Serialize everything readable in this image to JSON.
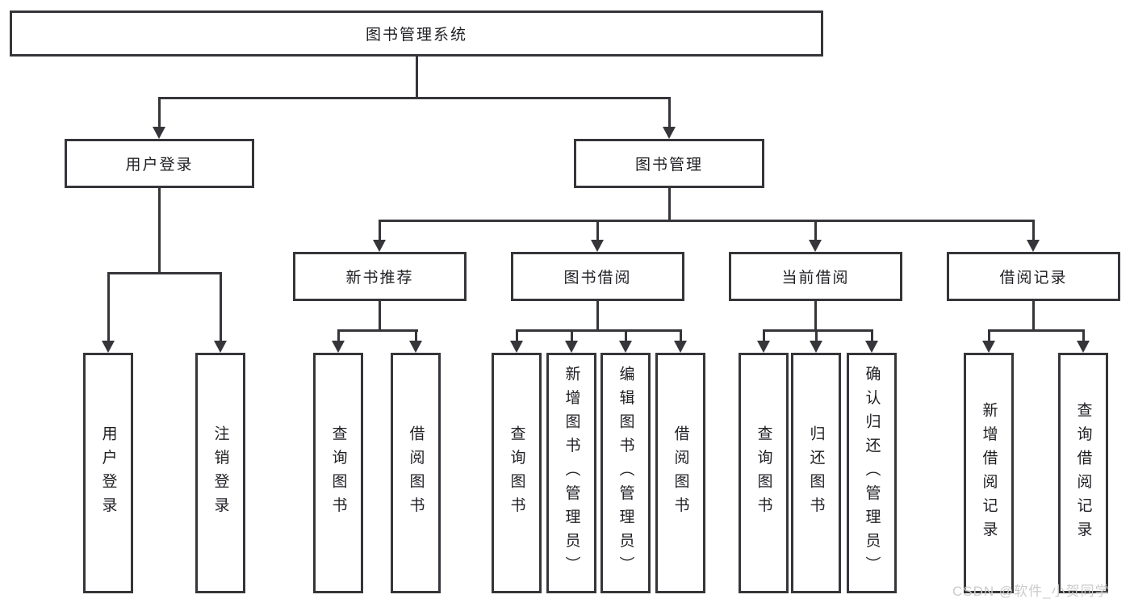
{
  "colors": {
    "line": "#35353a",
    "text": "#1f1f24",
    "watermark": "#cbcbcb",
    "background": "#ffffff"
  },
  "watermark": {
    "text": "CSDN @软件_小贺同学"
  },
  "tree": {
    "root": {
      "label": "图书管理系统"
    },
    "branches": [
      {
        "label": "用户登录",
        "children": [
          {
            "label": "用户登录"
          },
          {
            "label": "注销登录"
          }
        ]
      },
      {
        "label": "图书管理",
        "children": [
          {
            "label": "新书推荐",
            "children": [
              {
                "label": "查询图书"
              },
              {
                "label": "借阅图书"
              }
            ]
          },
          {
            "label": "图书借阅",
            "children": [
              {
                "label": "查询图书"
              },
              {
                "label": "新增图书（管理员）"
              },
              {
                "label": "编辑图书（管理员）"
              },
              {
                "label": "借阅图书"
              }
            ]
          },
          {
            "label": "当前借阅",
            "children": [
              {
                "label": "查询图书"
              },
              {
                "label": "归还图书"
              },
              {
                "label": "确认归还（管理员）"
              }
            ]
          },
          {
            "label": "借阅记录",
            "children": [
              {
                "label": "新增借阅记录"
              },
              {
                "label": "查询借阅记录"
              }
            ]
          }
        ]
      }
    ]
  }
}
